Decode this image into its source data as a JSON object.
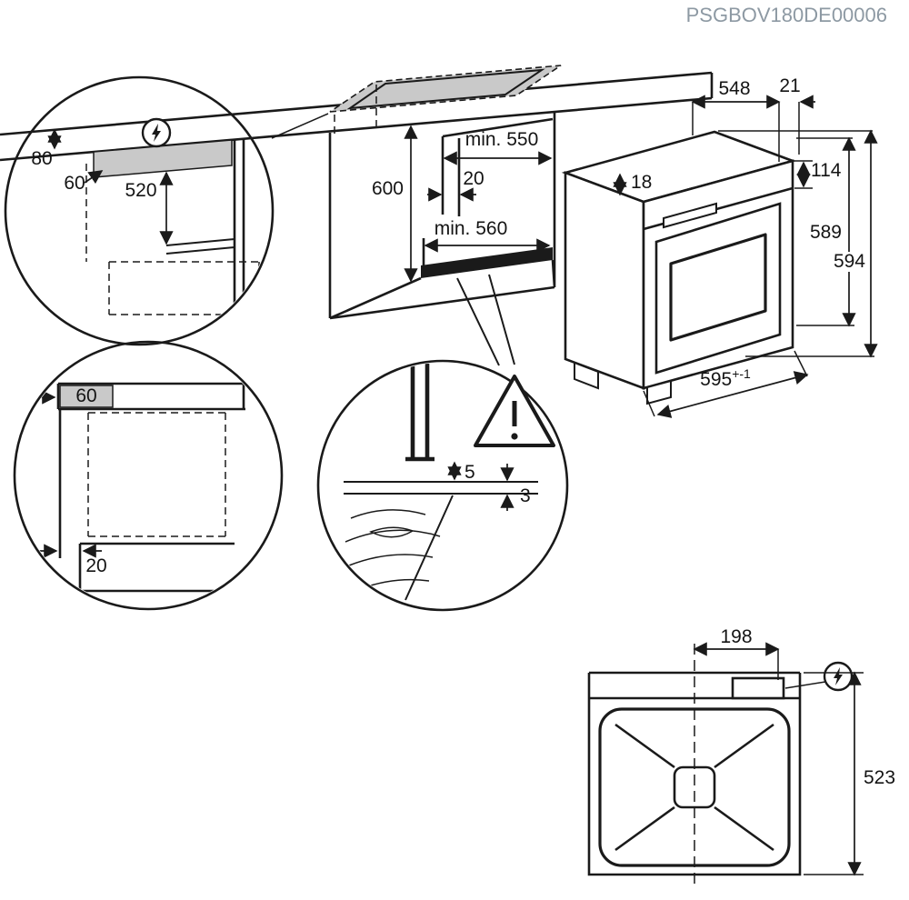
{
  "document": {
    "code": "PSGBOV180DE00006"
  },
  "colors": {
    "line": "#1a1a1a",
    "fill_gray": "#c9c9c9",
    "code_text": "#8d99a3"
  },
  "cabinet_detail_top": {
    "dim_80": "80",
    "dim_60": "60",
    "dim_520": "520"
  },
  "niche": {
    "dim_600": "600",
    "dim_min_550": "min. 550",
    "dim_20": "20",
    "dim_min_560": "min. 560"
  },
  "oven": {
    "dim_548": "548",
    "dim_21": "21",
    "dim_18": "18",
    "dim_114": "114",
    "dim_589": "589",
    "dim_594": "594",
    "dim_595": "595",
    "dim_595_tol": "+-1"
  },
  "cabinet_detail_bottom": {
    "dim_60": "60",
    "dim_20": "20"
  },
  "gap_detail": {
    "dim_5": "5",
    "dim_3": "3"
  },
  "top_view": {
    "dim_198": "198",
    "dim_523": "523"
  }
}
